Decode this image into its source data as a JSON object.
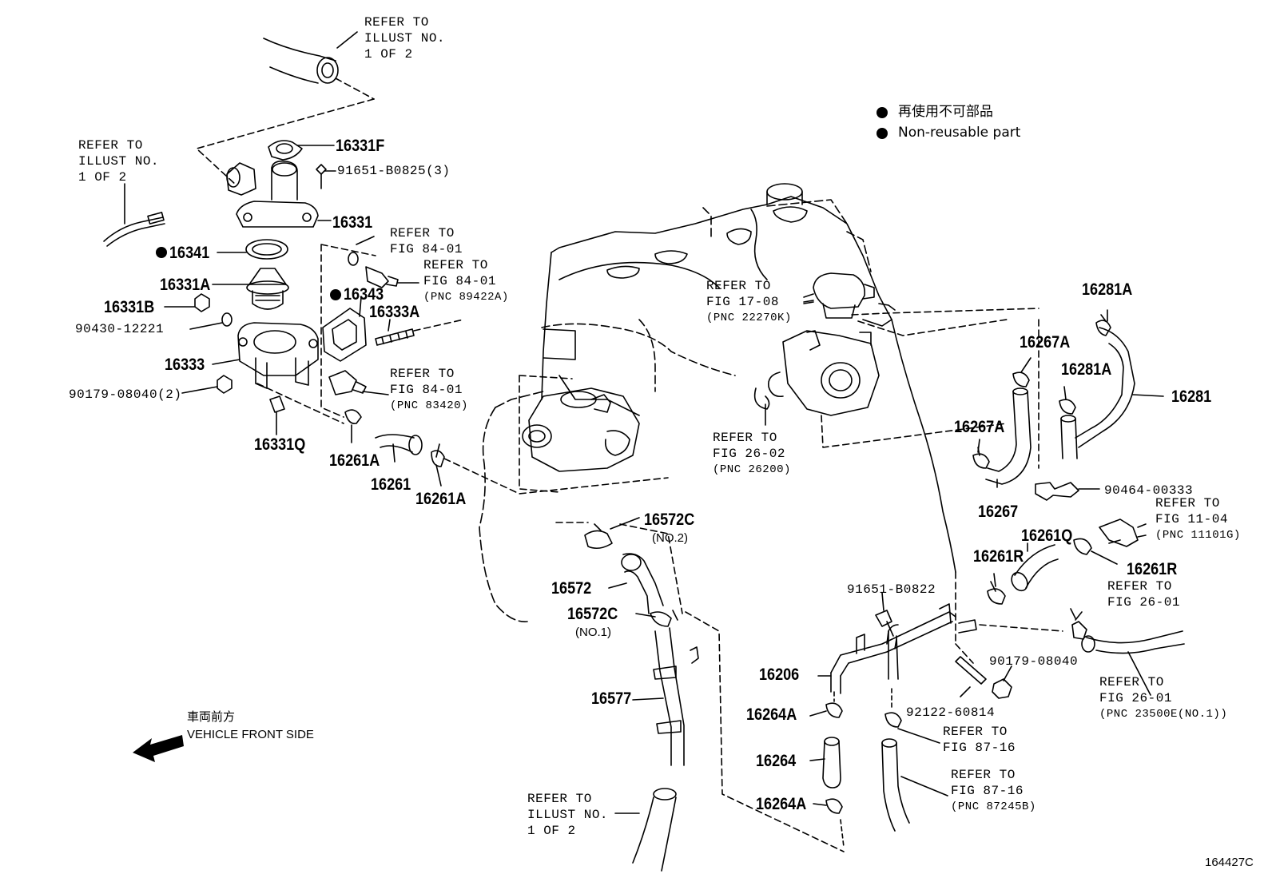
{
  "legend": {
    "items": [
      {
        "label": "再使用不可部品"
      },
      {
        "label": "Non-reusable part"
      }
    ]
  },
  "direction": {
    "label_jp": "車両前方",
    "label_en": "VEHICLE FRONT SIDE"
  },
  "figure_id": "164427C",
  "parts": {
    "p16331F": "16331F",
    "p91651B0825": "91651-B0825(3)",
    "p16331": "16331",
    "p16341": "16341",
    "p16331A": "16331A",
    "p16331B": "16331B",
    "p9043012221": "90430-12221",
    "p16333": "16333",
    "p9017908040_2": "90179-08040(2)",
    "p16331Q": "16331Q",
    "p16343": "16343",
    "p16333A": "16333A",
    "p16261A_1": "16261A",
    "p16261": "16261",
    "p16261A_2": "16261A",
    "p16572C_1": "16572C",
    "p16572C_1_sub": "(NO.2)",
    "p16572": "16572",
    "p16572C_2": "16572C",
    "p16572C_2_sub": "(NO.1)",
    "p16577": "16577",
    "p16281A_1": "16281A",
    "p16267A_1": "16267A",
    "p16281A_2": "16281A",
    "p16281": "16281",
    "p16267A_2": "16267A",
    "p9046400333": "90464-00333",
    "p16267": "16267",
    "p16261Q": "16261Q",
    "p16261R_1": "16261R",
    "p16261R_2": "16261R",
    "p91651B0822": "91651-B0822",
    "p16206": "16206",
    "p16264A_1": "16264A",
    "p16264": "16264",
    "p16264A_2": "16264A",
    "p9017908040": "90179-08040",
    "p9212260814": "92122-60814"
  },
  "refs": {
    "r_top": [
      "REFER TO",
      "ILLUST NO.",
      "1 OF 2"
    ],
    "r_left": [
      "REFER TO",
      "ILLUST NO.",
      "1 OF 2"
    ],
    "r_fig8401_a": [
      "REFER TO",
      "FIG 84-01"
    ],
    "r_fig8401_b": [
      "REFER TO",
      "FIG 84-01",
      "(PNC 89422A)"
    ],
    "r_fig8401_c": [
      "REFER TO",
      "FIG 84-01",
      "(PNC 83420)"
    ],
    "r_fig1708": [
      "REFER TO",
      "FIG 17-08",
      "(PNC 22270K)"
    ],
    "r_fig2602": [
      "REFER TO",
      "FIG 26-02",
      "(PNC 26200)"
    ],
    "r_fig1104": [
      "REFER TO",
      "FIG 11-04",
      "(PNC 11101G)"
    ],
    "r_fig2601_a": [
      "REFER TO",
      "FIG 26-01"
    ],
    "r_fig2601_b": [
      "REFER TO",
      "FIG 26-01",
      "(PNC 23500E(NO.1))"
    ],
    "r_fig8716_a": [
      "REFER TO",
      "FIG 87-16"
    ],
    "r_fig8716_b": [
      "REFER TO",
      "FIG 87-16",
      "(PNC 87245B)"
    ],
    "r_bottom": [
      "REFER TO",
      "ILLUST NO.",
      "1 OF 2"
    ]
  }
}
